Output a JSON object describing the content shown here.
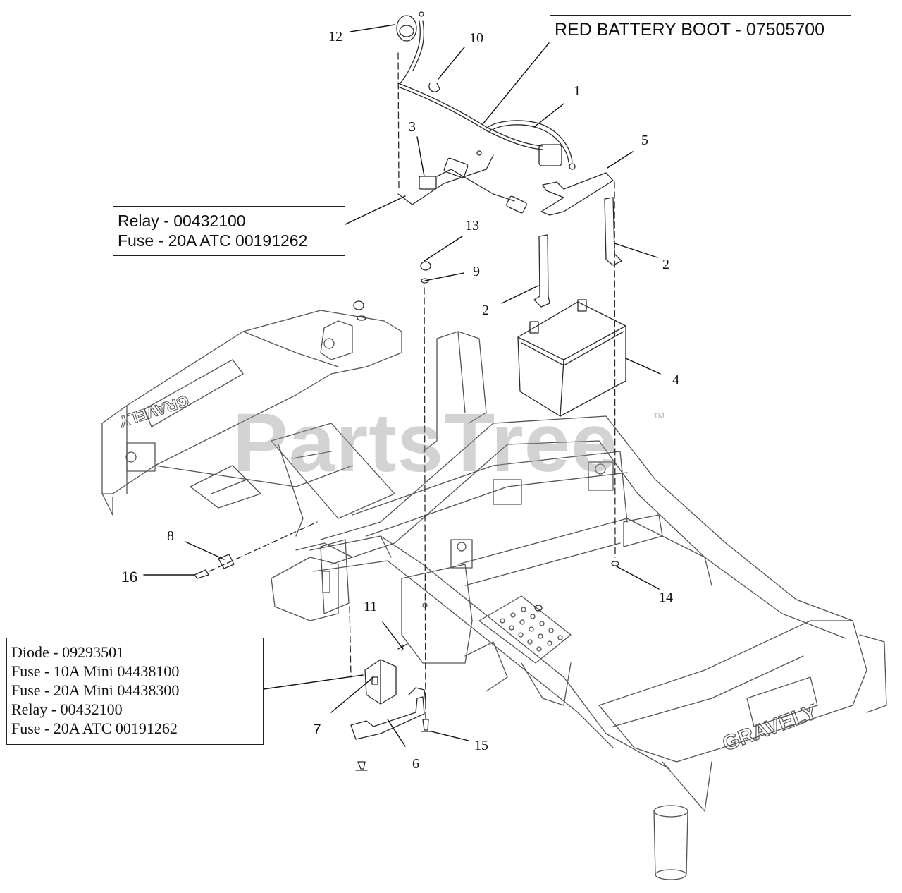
{
  "callouts": {
    "c1": "1",
    "c2a": "2",
    "c2b": "2",
    "c3": "3",
    "c4": "4",
    "c5": "5",
    "c6": "6",
    "c7": "7",
    "c8": "8",
    "c9": "9",
    "c10": "10",
    "c11": "11",
    "c12": "12",
    "c13": "13",
    "c14": "14",
    "c15": "15",
    "c16": "16"
  },
  "boxes": {
    "battery_boot": "RED BATTERY BOOT - 07505700",
    "relay_box": [
      "Relay - 00432100",
      "Fuse - 20A ATC 00191262"
    ],
    "diode_box": [
      "Diode - 09293501",
      "Fuse - 10A Mini 04438100",
      "Fuse - 20A Mini 04438300",
      "Relay - 00432100",
      "Fuse - 20A ATC 00191262"
    ]
  },
  "frame_branding": {
    "front_logo": "GRAVELY",
    "rear_logo": "GRAVELY"
  },
  "watermark": {
    "text": "PartsTree",
    "trademark": "™"
  },
  "colors": {
    "line": "#2a2a2a",
    "frame": "#555555",
    "watermark": "#9a9a9a"
  }
}
